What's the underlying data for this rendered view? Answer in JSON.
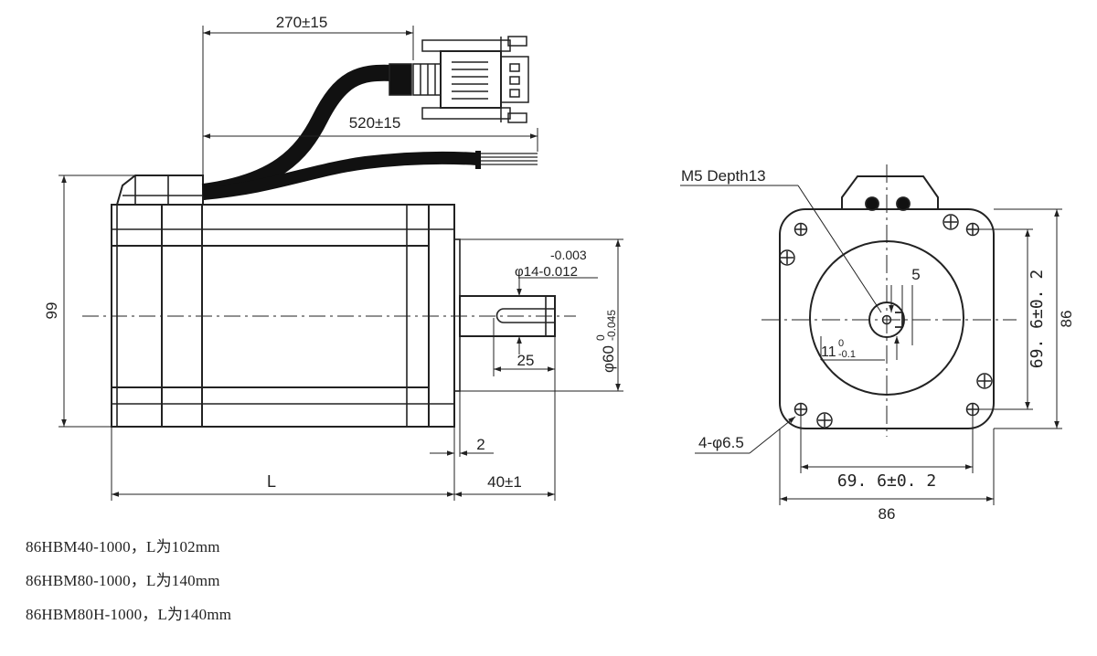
{
  "side_view": {
    "cable_length": "270±15",
    "wire_length": "520±15",
    "height": "99",
    "shaft_tol_upper": "-0.003",
    "shaft_dia": "φ14-0.012",
    "pilot_dia": "φ60",
    "pilot_tol_upper": "0",
    "pilot_tol_lower": "-0.045",
    "key_length": "25",
    "flange_gap": "2",
    "length_label": "L",
    "shaft_length": "40±1"
  },
  "front_view": {
    "tap_callout": "M5 Depth13",
    "key_width": "5",
    "key_depth": "11",
    "key_depth_tol_upper": "0",
    "key_depth_tol_lower": "-0.1",
    "hole_spec": "4-φ6.5",
    "bolt_spacing_h": "69. 6±0. 2",
    "bolt_spacing_v": "69. 6±0. 2",
    "flange_width": "86",
    "flange_height": "86"
  },
  "notes": [
    "86HBM40-1000，L为102mm",
    "86HBM80-1000，L为140mm",
    "86HBM80H-1000，L为140mm"
  ]
}
